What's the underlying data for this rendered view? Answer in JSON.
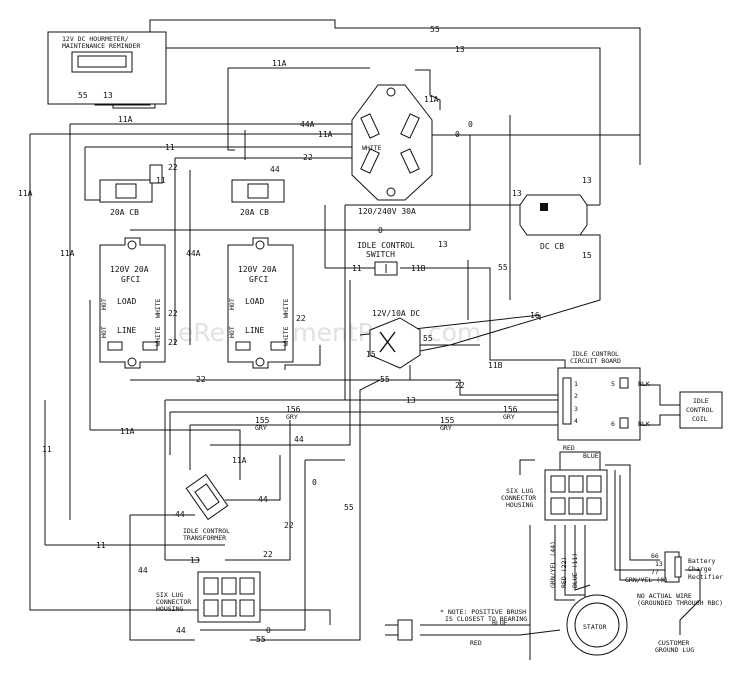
{
  "watermark": "eReplacementParts.com",
  "hourmeter": {
    "title_line1": "12V DC HOURMETER/",
    "title_line2": "MAINTENANCE REMINDER",
    "pin_left": "55",
    "pin_right": "13"
  },
  "receptacle_main": {
    "label": "120/240V 30A",
    "tag_white": "WHITE"
  },
  "dc_cb": {
    "label": "DC CB"
  },
  "idle_switch": {
    "line1": "IDLE CONTROL",
    "line2": "SWITCH"
  },
  "relay": {
    "label": "12V/10A DC"
  },
  "left_cb": {
    "label": "20A CB"
  },
  "mid_cb": {
    "label": "20A CB"
  },
  "gfci_left": {
    "line1": "120V 20A",
    "line2": "GFCI",
    "load": "LOAD",
    "line": "LINE",
    "hot": "HOT",
    "white": "WHITE"
  },
  "gfci_mid": {
    "line1": "120V 20A",
    "line2": "GFCI",
    "load": "LOAD",
    "line": "LINE",
    "hot": "HOT",
    "white": "WHITE"
  },
  "idle_board": {
    "line1": "IDLE CONTROL",
    "line2": "CIRCUIT BOARD",
    "pins": [
      "1",
      "2",
      "3",
      "4",
      "5",
      "6"
    ],
    "blk": "BLK"
  },
  "idle_coil": {
    "line1": "IDLE",
    "line2": "CONTROL",
    "line3": "COIL"
  },
  "transformer": {
    "line1": "IDLE CONTROL",
    "line2": "TRANSFORMER"
  },
  "six_lug_left": {
    "line1": "SIX LUG",
    "line2": "CONNECTOR",
    "line3": "HOUSING"
  },
  "six_lug_right": {
    "line1": "SIX LUG",
    "line2": "CONNECTOR",
    "line3": "HOUSING"
  },
  "rectifier": {
    "line1": "Battery",
    "line2": "Charge",
    "line3": "Rectifier",
    "pin_66": "66",
    "pin_77": "77",
    "pin_13": "13"
  },
  "stator": {
    "label": "STATOR"
  },
  "note": {
    "line1": "* NOTE: POSITIVE BRUSH",
    "line2": "IS CLOSEST TO BEARING"
  },
  "no_wire_note": {
    "line1": "NO ACTUAL WIRE",
    "line2": "(GROUNDED THROUGH RBC)"
  },
  "ground_lug": {
    "line1": "CUSTOMER",
    "line2": "GROUND LUG"
  },
  "stator_leads": {
    "red": "RED",
    "blue": "BLUE",
    "grn_yel": "GRN/YEL (0)",
    "blue_11": "BLUE (11)",
    "red_22": "RED (22)",
    "grn_yel_44": "GRN/YEL (44)"
  },
  "brush_leads": {
    "blue": "BLUE",
    "red": "RED"
  },
  "wire_labels": {
    "w55_top": "55",
    "w13_top": "13",
    "w11a_top": "11A",
    "w11a_a": "11A",
    "w11a_b": "11A",
    "w11a_c": "11A",
    "w44a": "44A",
    "w11_top": "11",
    "w22_top": "22",
    "w0_top": "0",
    "w0_right": "0",
    "w0_mid": "0",
    "w13_dc": "13",
    "w13_dc2": "13",
    "w15": "15",
    "w16": "16",
    "w55_mid": "55",
    "w13_mid": "13",
    "w11_idle": "11",
    "w11b": "11B",
    "w11b_low": "11B",
    "w15_relay": "15",
    "w55_relay": "55",
    "w22_gfci": "22",
    "w22_gfci2": "22",
    "w22_gfci3": "22",
    "w22_low": "22",
    "w22_low2": "22",
    "w55_low": "55",
    "w13_low": "13",
    "w156_gry": "156",
    "w156_gry2": "156",
    "w155_gry": "155",
    "w155_gry2": "155",
    "gry": "GRY",
    "w44_low": "44",
    "w11a_low": "11A",
    "w11a_low2": "11A",
    "w11_low": "11",
    "w44_tr": "44",
    "w44_tr2": "44",
    "w0_low": "0",
    "w22_low3": "22",
    "w55_bottom": "55",
    "w13_6lug": "13",
    "w22_6lug": "22",
    "w0_6lug": "0",
    "w44_6lug": "44",
    "w44_bottom": "44",
    "w11a_left": "11A",
    "w11a_left2": "11A",
    "w44a_mid": "44A",
    "w44_cb": "44",
    "w11_cb": "11",
    "w22_cb": "22",
    "w11_left": "11",
    "w55_6lug_r": "55"
  }
}
